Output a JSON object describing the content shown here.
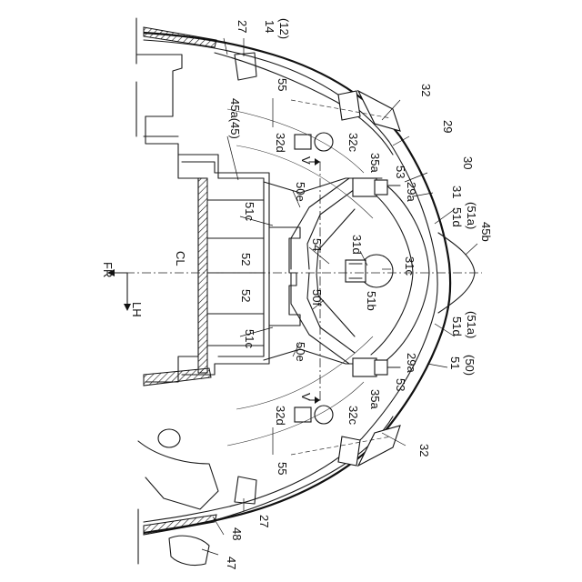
{
  "labels": {
    "l14": "14",
    "l12": "(12)",
    "l27a": "27",
    "l27b": "27",
    "l55a": "55",
    "l55b": "55",
    "l32a": "32",
    "l32b": "32",
    "l29": "29",
    "l30": "30",
    "l31": "31",
    "l45a45": "45a(45)",
    "l32d_top": "32d",
    "l32c_top": "32c",
    "l35a_top": "35a",
    "l53_top": "53",
    "l29a_top": "29a",
    "l50e_top": "50e",
    "l51c_top": "51c",
    "l51d_top": "51d",
    "l51a_top": "(51a)",
    "l45b": "45b",
    "l52_top": "52",
    "l54": "54",
    "l31d": "31d",
    "l31c": "31c",
    "lCL": "CL",
    "lFR": "FR",
    "lLH": "LH",
    "l52_bot": "52",
    "l50f": "50f",
    "l51b": "51b",
    "l51c_bot": "51c",
    "l51d_bot": "51d",
    "l51a_bot": "(51a)",
    "l50e_bot": "50e",
    "l51": "51",
    "l50": "(50)",
    "l29a_bot": "29a",
    "l53_bot": "53",
    "l35a_bot": "35a",
    "l32c_bot": "32c",
    "l32d_bot": "32d",
    "lV_top": "V",
    "lV_bot": "V",
    "l48": "48",
    "l47": "47"
  }
}
